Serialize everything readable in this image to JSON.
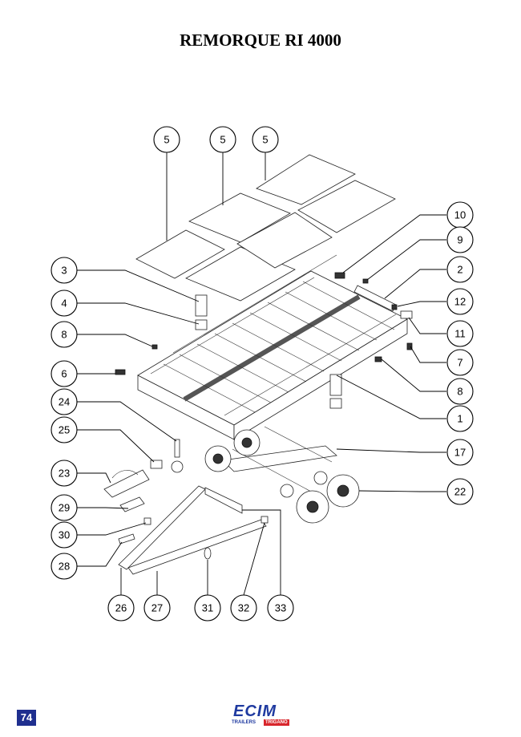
{
  "title": "REMORQUE RI 4000",
  "page_number": "74",
  "logo": {
    "brand": "ECIM",
    "sub": "TRAILERS",
    "tag": "TRIGANO"
  },
  "callouts": [
    "5",
    "5",
    "5",
    "10",
    "9",
    "2",
    "12",
    "11",
    "3",
    "4",
    "8",
    "6",
    "7",
    "8",
    "1",
    "24",
    "25",
    "17",
    "23",
    "22",
    "29",
    "30",
    "28",
    "26",
    "27",
    "31",
    "32",
    "33"
  ]
}
